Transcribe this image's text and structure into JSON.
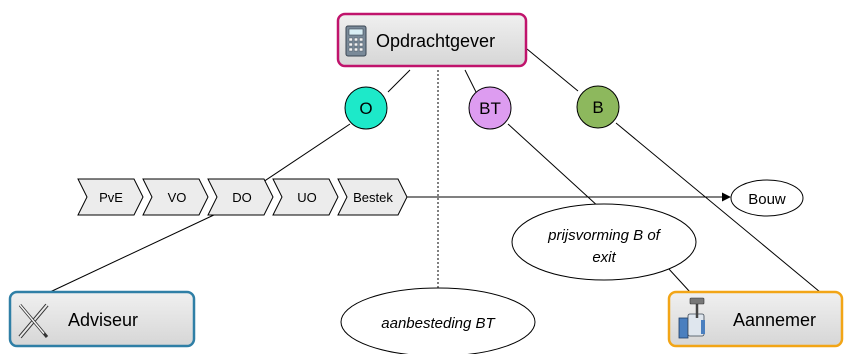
{
  "parties": {
    "client": {
      "label": "Opdrachtgever",
      "icon": "calculator-icon",
      "border": "#c0146c"
    },
    "advisor": {
      "label": "Adviseur",
      "icon": "pencil-ruler-icon",
      "border": "#2f7fa6"
    },
    "contractor": {
      "label": "Aannemer",
      "icon": "worker-hammer-icon",
      "border": "#f2a516"
    }
  },
  "contracts": [
    {
      "label": "O",
      "color": "#1de9c9"
    },
    {
      "label": "BT",
      "color": "#dd9cf0"
    },
    {
      "label": "B",
      "color": "#8db85d"
    }
  ],
  "phases": [
    "PvE",
    "VO",
    "DO",
    "UO",
    "Bestek"
  ],
  "outcome": "Bouw",
  "notes": {
    "tender": "aanbesteding BT",
    "pricing_line1": "prijsvorming B of",
    "pricing_line2": "exit"
  }
}
